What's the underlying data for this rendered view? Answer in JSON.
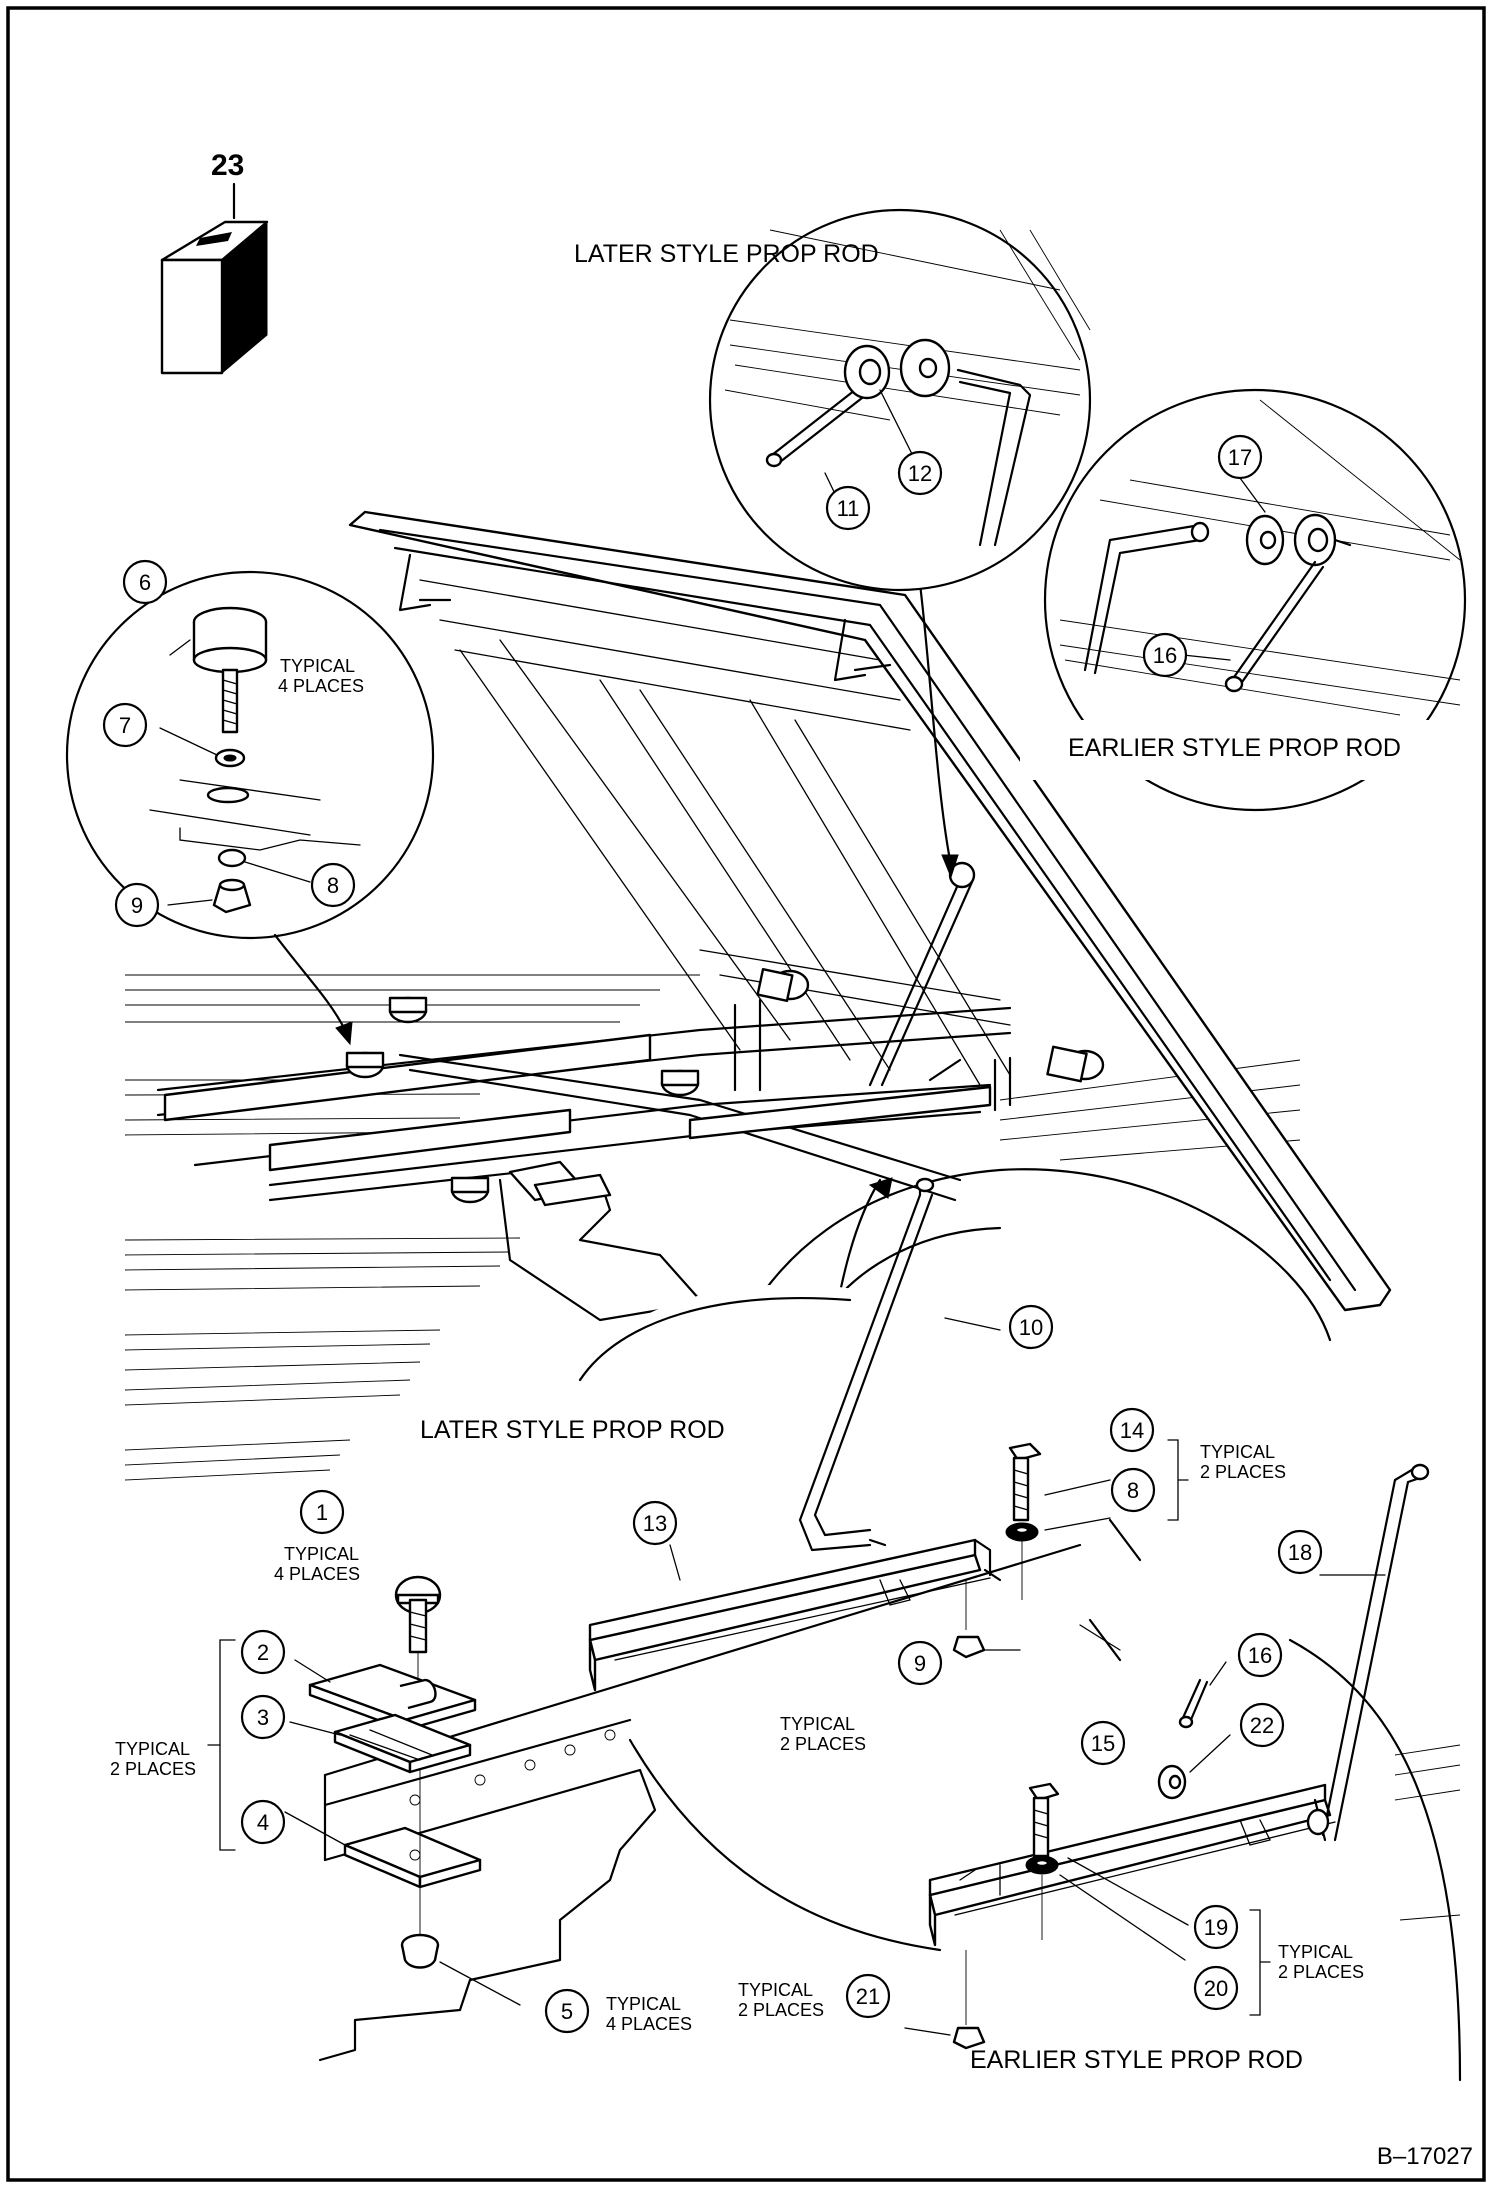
{
  "labels": {
    "later_top": "LATER STYLE PROP ROD",
    "earlier_top": "EARLIER STYLE PROP ROD",
    "later_bottom": "LATER STYLE PROP ROD",
    "earlier_bottom": "EARLIER STYLE PROP ROD",
    "figure_id": "B–17027",
    "part_23": "23"
  },
  "notes": {
    "typical": "TYPICAL",
    "four_places": "4 PLACES",
    "two_places": "2 PLACES"
  },
  "callouts": {
    "c1": "1",
    "c2": "2",
    "c3": "3",
    "c4": "4",
    "c5": "5",
    "c6": "6",
    "c7": "7",
    "c8a": "8",
    "c8b": "8",
    "c9a": "9",
    "c9b": "9",
    "c10": "10",
    "c11": "11",
    "c12": "12",
    "c13": "13",
    "c14": "14",
    "c15": "15",
    "c16a": "16",
    "c16b": "16",
    "c17": "17",
    "c18": "18",
    "c19": "19",
    "c20": "20",
    "c21": "21",
    "c22": "22"
  }
}
